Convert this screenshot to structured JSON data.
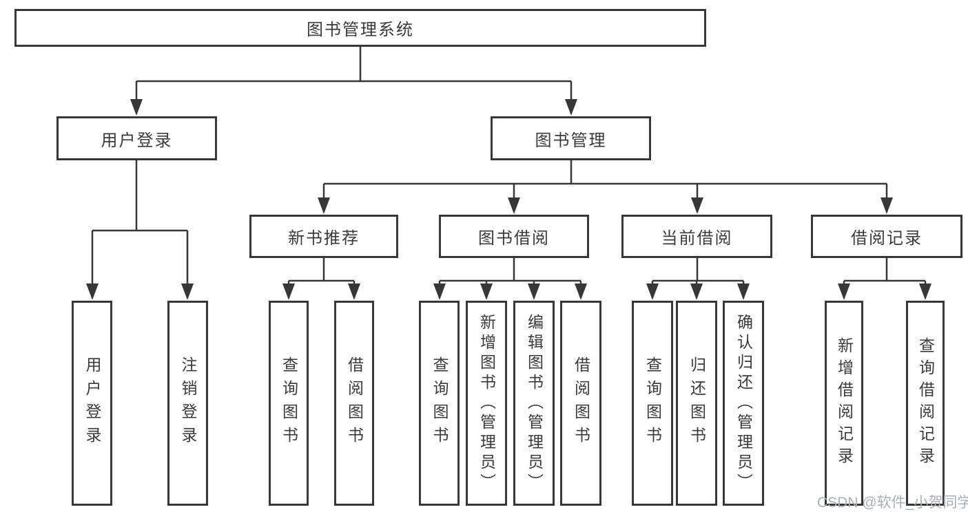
{
  "diagram": {
    "watermark": "CSDN @软件_小贺同学",
    "colors": {
      "line": "#373737",
      "text": "#3a3a3a",
      "watermark": "#a9afb7",
      "background": "#ffffff"
    },
    "tree": {
      "label": "图书管理系统",
      "children": [
        {
          "label": "用户登录",
          "children": [
            {
              "label": "用户登录"
            },
            {
              "label": "注销登录"
            }
          ]
        },
        {
          "label": "图书管理",
          "children": [
            {
              "label": "新书推荐",
              "children": [
                {
                  "label": "查询图书"
                },
                {
                  "label": "借阅图书"
                }
              ]
            },
            {
              "label": "图书借阅",
              "children": [
                {
                  "label": "查询图书"
                },
                {
                  "label": "新增图书（管理员）"
                },
                {
                  "label": "编辑图书（管理员）"
                },
                {
                  "label": "借阅图书"
                }
              ]
            },
            {
              "label": "当前借阅",
              "children": [
                {
                  "label": "查询图书"
                },
                {
                  "label": "归还图书"
                },
                {
                  "label": "确认归还（管理员）"
                }
              ]
            },
            {
              "label": "借阅记录",
              "children": [
                {
                  "label": "新增借阅记录"
                },
                {
                  "label": "查询借阅记录"
                }
              ]
            }
          ]
        }
      ]
    }
  }
}
